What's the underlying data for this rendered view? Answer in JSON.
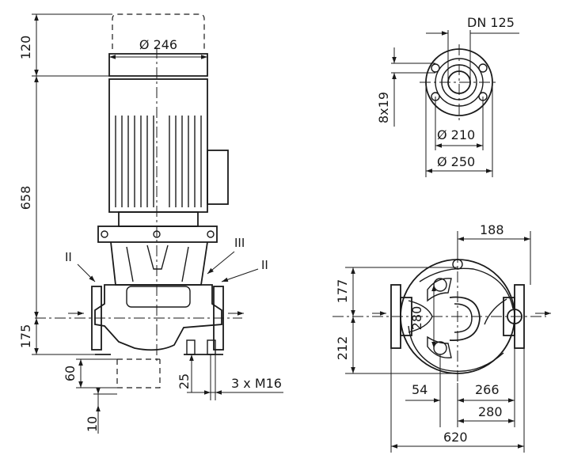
{
  "side_view": {
    "dims": {
      "top_clearance": "120",
      "motor_diameter": "Ø 246",
      "height_above_axis": "658",
      "height_below_axis": "175",
      "base_height": "60",
      "base_offset": "10",
      "foot_height": "25",
      "bolts": "3 x M16"
    },
    "labels": {
      "vent_left": "II",
      "vent_mid": "III",
      "vent_right": "II"
    }
  },
  "flange_view": {
    "dims": {
      "nominal": "DN 125",
      "holes": "8x19",
      "bolt_circle": "Ø 210",
      "outer": "Ø 250"
    }
  },
  "top_view": {
    "dims": {
      "right_offset": "188",
      "up_offset": "177",
      "down_offset": "212",
      "hole_spacing": "280",
      "left_offset": "54",
      "right_bolt": "266",
      "bottom_spacing": "280",
      "overall_length": "620"
    }
  }
}
